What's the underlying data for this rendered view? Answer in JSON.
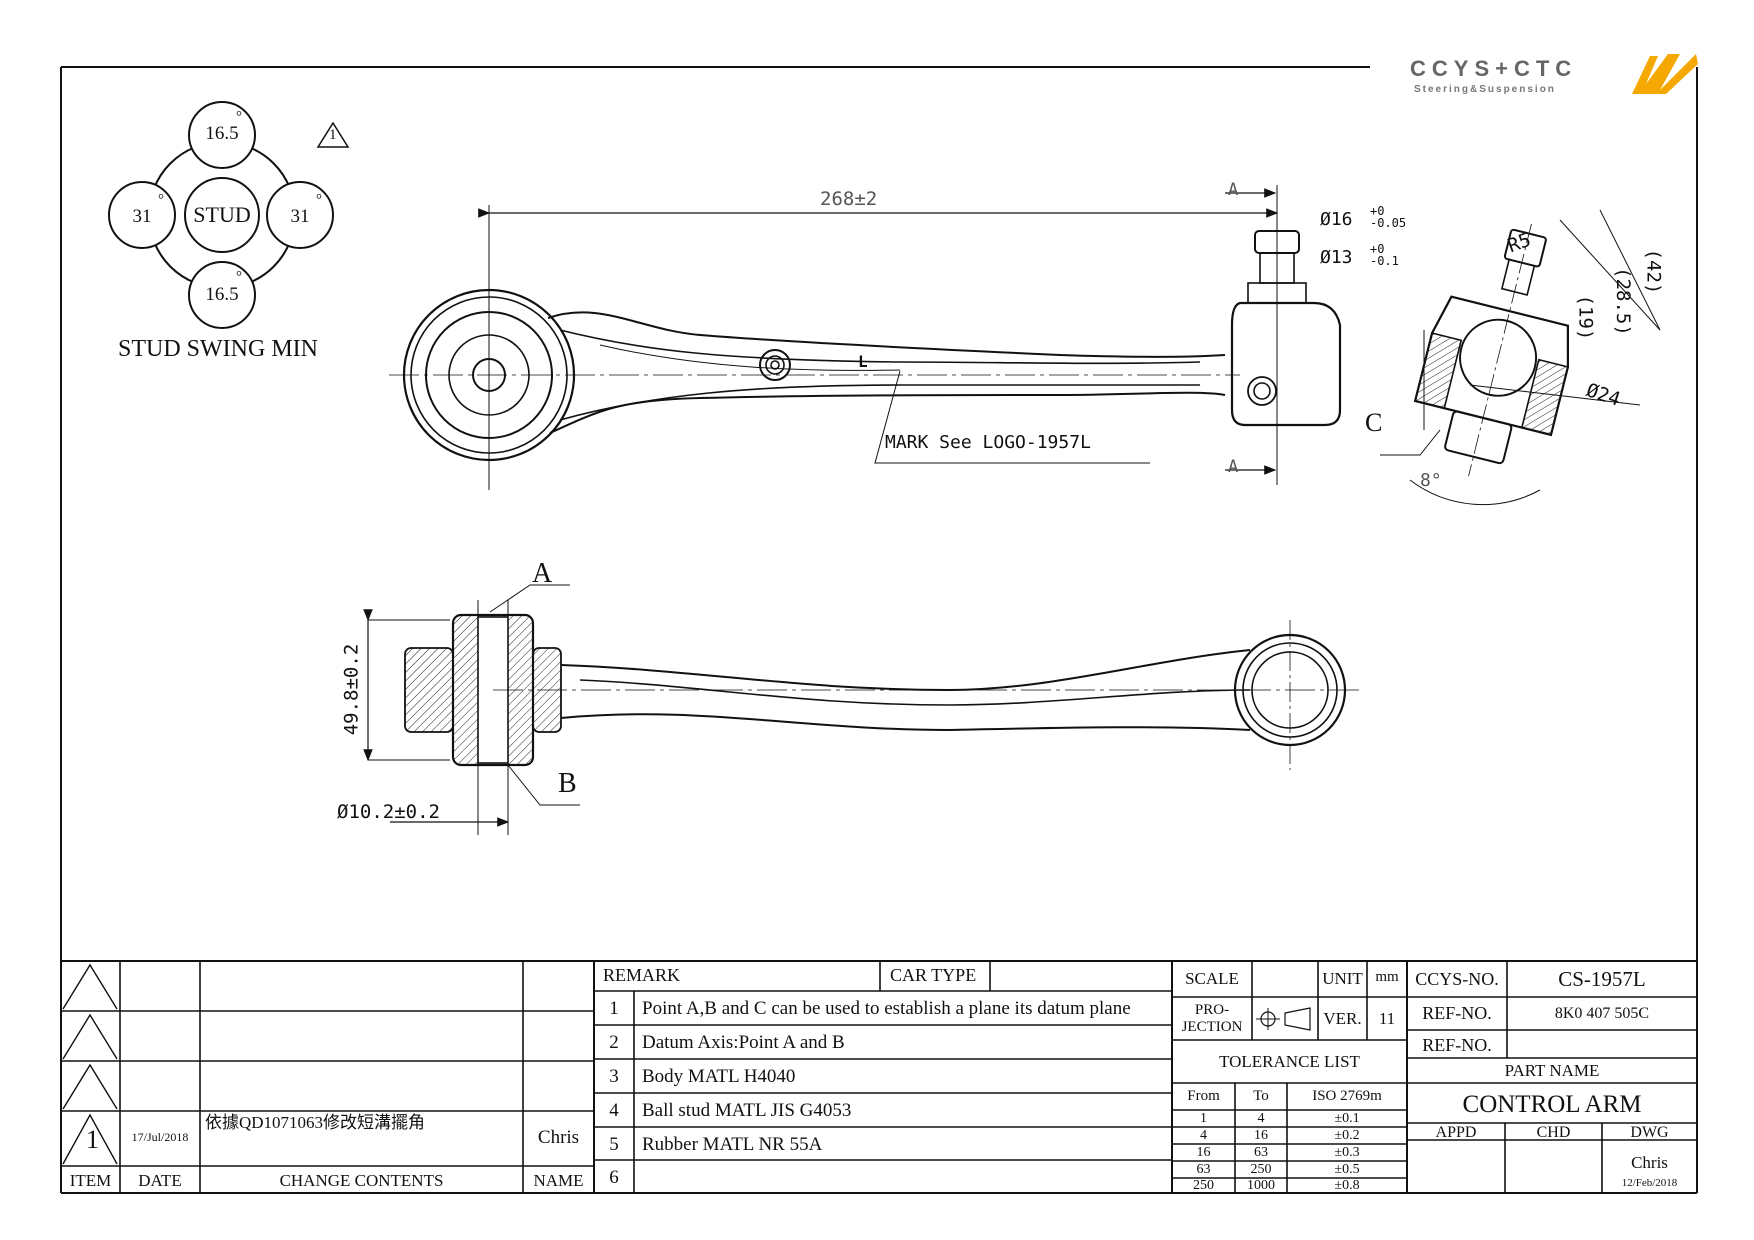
{
  "logo": {
    "brand": "CCYS+CTC",
    "tagline": "Steering&Suspension"
  },
  "swing": {
    "title": "STUD SWING MIN",
    "center": "STUD",
    "top": "16.5",
    "bottom": "16.5",
    "left": "31",
    "right": "31",
    "degree": "°",
    "revision_mark": "1"
  },
  "dims": {
    "length": "268±2",
    "section_a_top": "A",
    "section_a_bottom": "A",
    "d16": "Ø16",
    "d16_tol": [
      "+0",
      "-0.05"
    ],
    "d13": "Ø13",
    "d13_tol": [
      "+0",
      "-0.1"
    ],
    "r5": "R5",
    "d42": "(42)",
    "d285": "(28.5)",
    "d19": "(19)",
    "d24": "Ø24",
    "angle": "8°",
    "point_c": "C",
    "mark_note": "MARK See LOGO-1957L",
    "arm_mark": "L",
    "height": "49.8±0.2",
    "bore": "Ø10.2±0.2",
    "point_a": "A",
    "point_b": "B"
  },
  "revisions": {
    "headers": {
      "item": "ITEM",
      "date": "DATE",
      "change": "CHANGE CONTENTS",
      "name": "NAME"
    },
    "rows": [
      {
        "item": "1",
        "date": "17/Jul/2018",
        "change": "依據QD1071063修改短溝擺角",
        "name": "Chris"
      }
    ]
  },
  "remarks": {
    "header": "REMARK",
    "car_type_label": "CAR TYPE",
    "car_type_value": "",
    "items": [
      {
        "no": "1",
        "text": "Point A,B and C can be used to establish a plane its datum plane"
      },
      {
        "no": "2",
        "text": "Datum Axis:Point A and B"
      },
      {
        "no": "3",
        "text": "Body MATL H4040"
      },
      {
        "no": "4",
        "text": "Ball stud MATL JIS G4053"
      },
      {
        "no": "5",
        "text": "Rubber MATL NR 55A"
      },
      {
        "no": "6",
        "text": ""
      }
    ]
  },
  "meta": {
    "scale_label": "SCALE",
    "scale_value": "",
    "unit_label": "UNIT",
    "unit_value": "mm",
    "projection_label": "PRO-\nJECTION",
    "projection_l1": "PRO-",
    "projection_l2": "JECTION",
    "ver_label": "VER.",
    "ver_value": "11",
    "tolerance_title": "TOLERANCE LIST",
    "tol_headers": [
      "From",
      "To",
      "ISO 2769m"
    ],
    "tolerances": [
      {
        "from": "1",
        "to": "4",
        "tol": "±0.1"
      },
      {
        "from": "4",
        "to": "16",
        "tol": "±0.2"
      },
      {
        "from": "16",
        "to": "63",
        "tol": "±0.3"
      },
      {
        "from": "63",
        "to": "250",
        "tol": "±0.5"
      },
      {
        "from": "250",
        "to": "1000",
        "tol": "±0.8"
      }
    ]
  },
  "title_block": {
    "ccys_label": "CCYS-NO.",
    "ccys_value": "CS-1957L",
    "ref1_label": "REF-NO.",
    "ref1_value": "8K0 407 505C",
    "ref2_label": "REF-NO.",
    "ref2_value": "",
    "part_name_label": "PART NAME",
    "part_name": "CONTROL ARM",
    "appd": "APPD",
    "chd": "CHD",
    "dwg": "DWG",
    "drawn_by": "Chris",
    "drawn_date": "12/Feb/2018"
  }
}
